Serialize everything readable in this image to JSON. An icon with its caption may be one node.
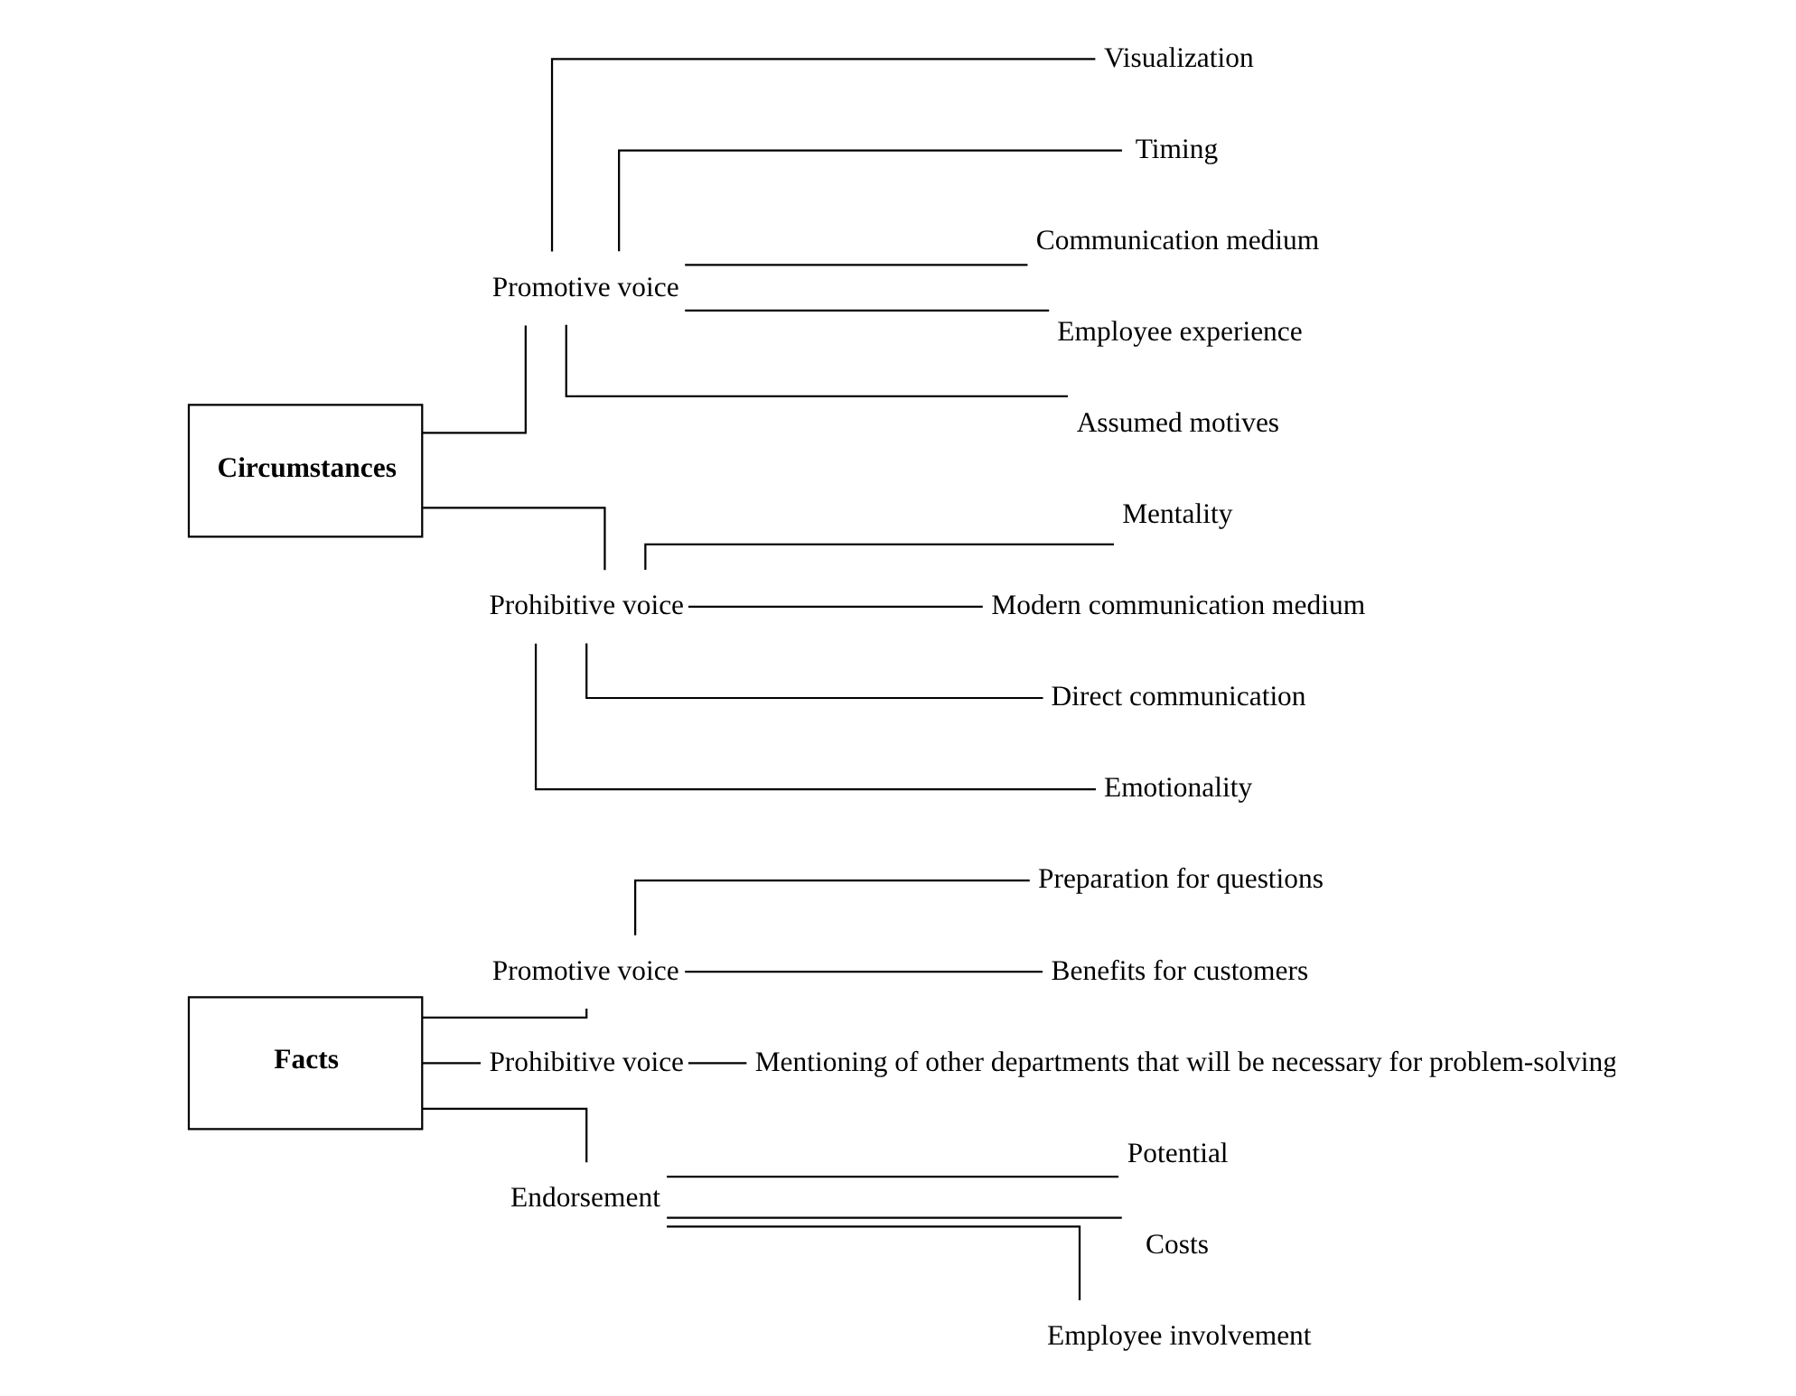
{
  "diagram": {
    "nodes": [
      {
        "text": [
          "Facts"
        ]
      },
      {
        "text": [
          "Promotive voice"
        ]
      },
      {
        "text": [
          "Preparation for questions"
        ]
      },
      {
        "text": [
          "Benefits for customers"
        ]
      },
      {
        "text": [
          "Prohibitive voice"
        ]
      },
      {
        "text": [
          "Mentioning of other departments that will be necessary for problem-solving"
        ]
      },
      {
        "text": [
          "Endorsement"
        ]
      },
      {
        "text": [
          "Potential"
        ]
      },
      {
        "text": [
          "Costs"
        ]
      },
      {
        "text": [
          "Employee involvement"
        ]
      },
      {
        "text": [
          "Circumstances"
        ]
      },
      {
        "text": [
          "Promotive voice"
        ]
      },
      {
        "text": [
          "Visualization"
        ]
      },
      {
        "text": [
          "Timing"
        ]
      },
      {
        "text": [
          "Communication medium"
        ]
      },
      {
        "text": [
          "Employee experience"
        ]
      },
      {
        "text": [
          "Assumed motives"
        ]
      },
      {
        "text": [
          "Prohibitive voice"
        ]
      },
      {
        "text": [
          "Mentality"
        ]
      },
      {
        "text": [
          "Modern communication medium"
        ]
      },
      {
        "text": [
          "Direct communication"
        ]
      },
      {
        "text": [
          "Emotionality"
        ]
      }
    ],
    "edges": [
      {
        "from": 0,
        "to": 1,
        "arrow": "none"
      },
      {
        "from": 1,
        "to": 2,
        "arrow": "none"
      },
      {
        "from": 1,
        "to": 3,
        "arrow": "none"
      },
      {
        "from": 0,
        "to": 4,
        "arrow": "none"
      },
      {
        "from": 4,
        "to": 5,
        "arrow": "none"
      },
      {
        "from": 0,
        "to": 6,
        "arrow": "none"
      },
      {
        "from": 6,
        "to": 7,
        "arrow": "none"
      },
      {
        "from": 6,
        "to": 8,
        "arrow": "none"
      },
      {
        "from": 6,
        "to": 9,
        "arrow": "none"
      },
      {
        "from": 10,
        "to": 11,
        "arrow": "none"
      },
      {
        "from": 11,
        "to": 12,
        "arrow": "none"
      },
      {
        "from": 11,
        "to": 13,
        "arrow": "none"
      },
      {
        "from": 11,
        "to": 14,
        "arrow": "none"
      },
      {
        "from": 11,
        "to": 15,
        "arrow": "none"
      },
      {
        "from": 11,
        "to": 16,
        "arrow": "none"
      },
      {
        "from": 10,
        "to": 17,
        "arrow": "none"
      },
      {
        "from": 17,
        "to": 18,
        "arrow": "none"
      },
      {
        "from": 17,
        "to": 19,
        "arrow": "none"
      },
      {
        "from": 17,
        "to": 20,
        "arrow": "none"
      },
      {
        "from": 17,
        "to": 21,
        "arrow": "none"
      }
    ]
  }
}
